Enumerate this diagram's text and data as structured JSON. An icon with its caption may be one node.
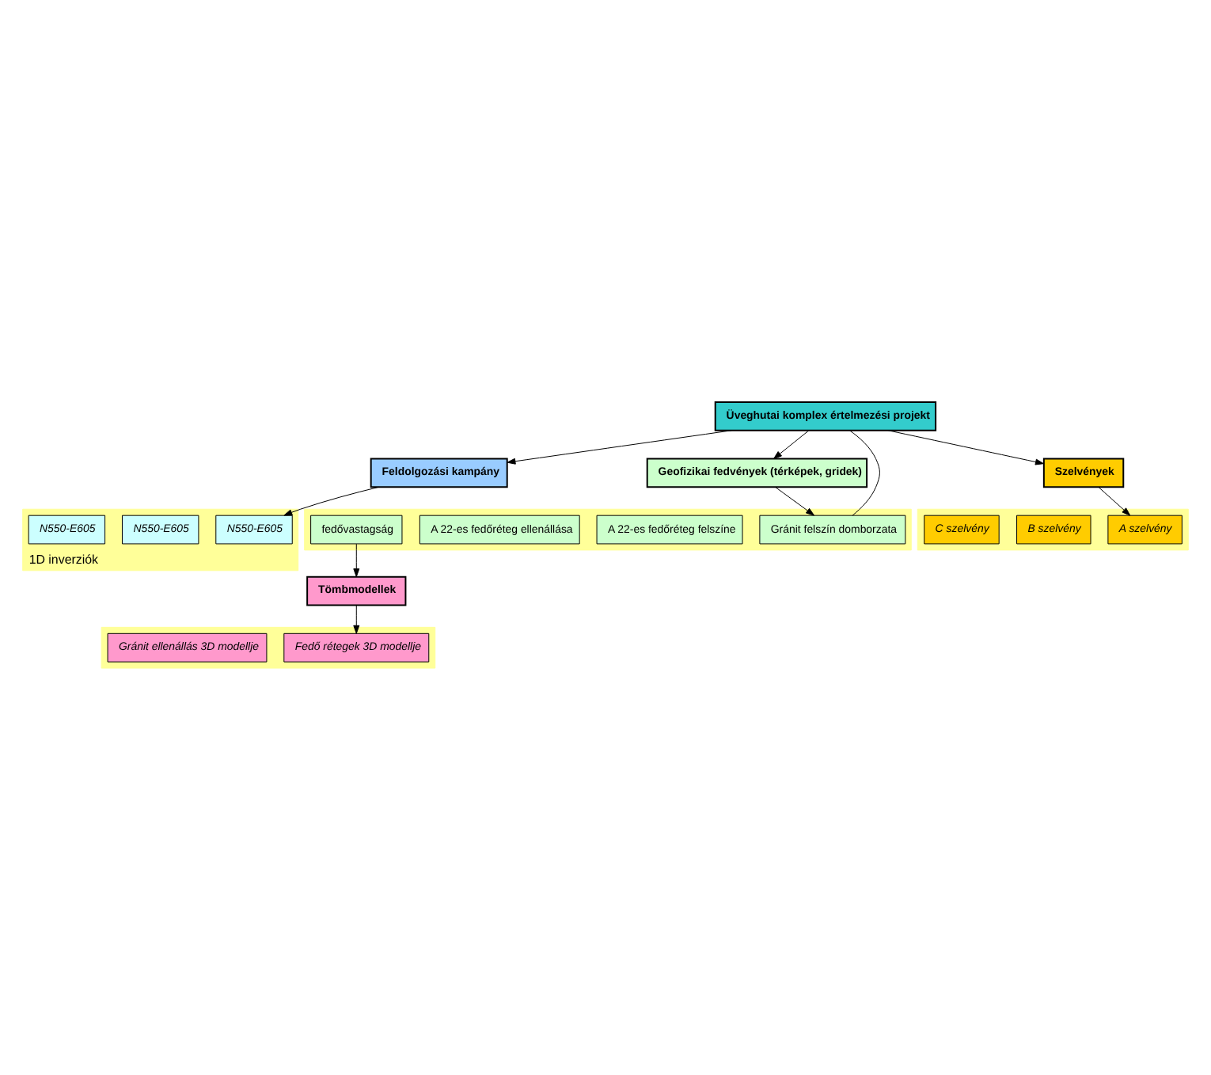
{
  "diagram": {
    "nodes": [
      {
        "text": [
          "Üveghutai komplex értelmezési projekt"
        ]
      },
      {
        "text": [
          "Feldolgozási kampány"
        ]
      },
      {
        "text": [
          "Geofizikai fedvények (térképek, gridek)"
        ]
      },
      {
        "text": [
          "1D inverziók"
        ]
      },
      {
        "text": [
          "N550-E605"
        ],
        "in": 3
      },
      {
        "text": [
          "N550-E605"
        ],
        "in": 3
      },
      {
        "text": [
          "N550-E605"
        ],
        "in": 3
      },
      {
        "text": [],
        "shape": "band"
      },
      {
        "text": [
          "Gránit felszín domborzata"
        ],
        "in": 7
      },
      {
        "text": [
          "A 22-es fedőréteg felszíne"
        ],
        "in": 7
      },
      {
        "text": [
          "A 22-es fedőréteg ellenállása"
        ],
        "in": 7
      },
      {
        "text": [
          "fedővastagság"
        ],
        "in": 7
      },
      {
        "text": [
          "Szelvények"
        ]
      },
      {
        "text": [
          "Tömbmodellek"
        ]
      },
      {
        "text": [],
        "shape": "band"
      },
      {
        "text": [
          "A szelvény"
        ],
        "in": 14
      },
      {
        "text": [
          "B szelvény"
        ],
        "in": 14
      },
      {
        "text": [
          "C szelvény"
        ],
        "in": 14
      },
      {
        "text": [],
        "shape": "band"
      },
      {
        "text": [
          "Fedő rétegek 3D modellje"
        ],
        "in": 18
      },
      {
        "text": [
          "Gránit ellenállás 3D modellje"
        ],
        "in": 18
      }
    ],
    "edges": [
      {
        "from": 0,
        "to": 1,
        "arrow": "to"
      },
      {
        "from": 0,
        "to": 2,
        "arrow": "to"
      },
      {
        "from": 0,
        "to": 12,
        "arrow": "to"
      },
      {
        "from": 0,
        "to": 8,
        "arrow": "none"
      },
      {
        "from": 1,
        "to": 4,
        "arrow": "to"
      },
      {
        "from": 2,
        "to": 8,
        "arrow": "to"
      },
      {
        "from": 11,
        "to": 13,
        "arrow": "to"
      },
      {
        "from": 12,
        "to": 15,
        "arrow": "to"
      },
      {
        "from": 13,
        "to": 19,
        "arrow": "to"
      }
    ]
  }
}
